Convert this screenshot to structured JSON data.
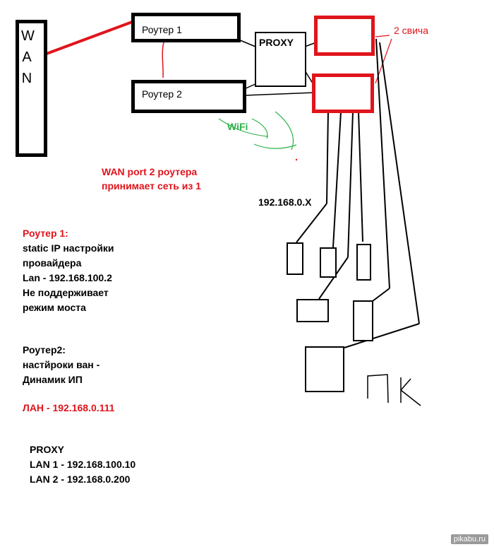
{
  "wan": {
    "letters": [
      "W",
      "A",
      "N"
    ]
  },
  "router1": {
    "label": "Роутер 1"
  },
  "router2": {
    "label": "Роутер 2"
  },
  "proxy": {
    "label": "PROXY"
  },
  "switches_label": "2 свича",
  "wifi_label": "WiFi",
  "subnet_label": "192.168.0.X",
  "wan_note": [
    "WAN port 2 роутера",
    "принимает сеть из 1"
  ],
  "router1_note": {
    "title": "Роутер 1:",
    "lines": [
      "static IP настройки",
      "провайдера",
      "Lan - 192.168.100.2",
      "Не поддерживает",
      "режим моста"
    ]
  },
  "router2_note": {
    "lines": [
      "Роутер2:",
      "настйроки ван -",
      "Динамик ИП"
    ],
    "lan": "ЛАН - 192.168.0.111"
  },
  "proxy_note": {
    "lines": [
      "PROXY",
      "LAN 1 - 192.168.100.10",
      "LAN 2 - 192.168.0.200"
    ]
  },
  "pc_handwritten": "ПК",
  "watermark": "pikabu.ru",
  "colors": {
    "red": "#e0141c",
    "green": "#2fb34a",
    "black": "#000000"
  }
}
